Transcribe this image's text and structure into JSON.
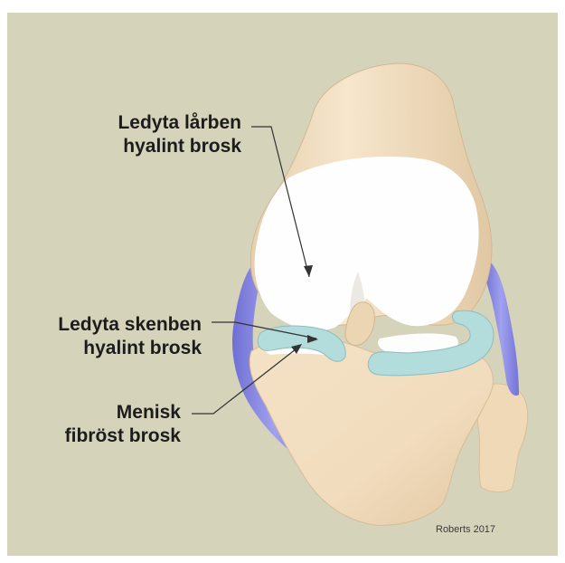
{
  "labels": {
    "femur_cartilage": [
      "Ledyta lårben",
      "hyalint brosk"
    ],
    "tibia_cartilage": [
      "Ledyta skenben",
      "hyalint brosk"
    ],
    "meniscus": [
      "Menisk",
      "fibröst brosk"
    ]
  },
  "credit": "Roberts 2017",
  "colors": {
    "background": "#d6d3bb",
    "bone": "#f0dcbd",
    "cartilage": "#ffffff",
    "meniscus": "#b3dcdc",
    "ligament": "#8888e0",
    "text": "#1c1c1c"
  }
}
